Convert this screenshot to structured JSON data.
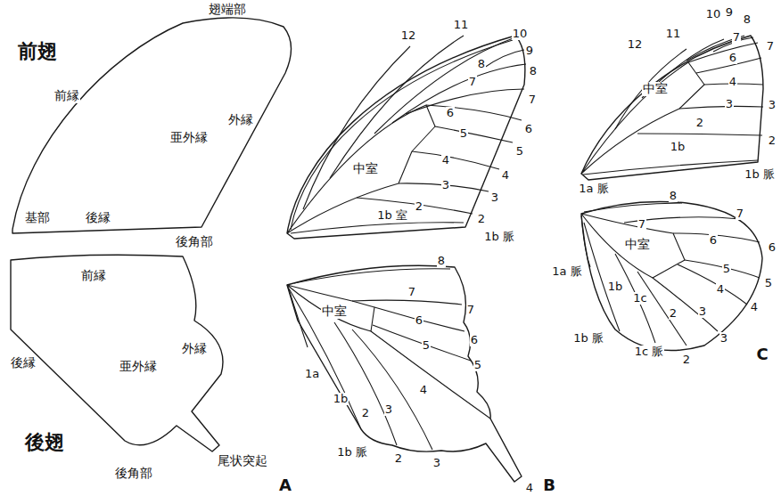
{
  "diagram": {
    "labels": [
      "翅端部",
      "前翅",
      "前縁",
      "外縁",
      "亜外縁",
      "基部",
      "後縁",
      "後角部",
      "前縁",
      "外縁",
      "亜外縁",
      "後縁",
      "後翅",
      "後角部",
      "尾状突起",
      "A",
      "12",
      "11",
      "10",
      "9",
      "8",
      "8",
      "7",
      "7",
      "6",
      "6",
      "5",
      "5",
      "4",
      "4",
      "3",
      "3",
      "中室",
      "2",
      "2",
      "1b 室",
      "1b 脈",
      "8",
      "7",
      "7",
      "6",
      "6",
      "中室",
      "5",
      "5",
      "1a",
      "4",
      "1b",
      "2",
      "3",
      "1b 脈",
      "2",
      "3",
      "4",
      "B",
      "10",
      "9",
      "8",
      "7",
      "7",
      "12",
      "11",
      "6",
      "中室",
      "4",
      "3",
      "3",
      "2",
      "2",
      "1b",
      "1a 脈",
      "1b 脈",
      "8",
      "7",
      "7",
      "6",
      "中室",
      "6",
      "5",
      "5",
      "1a 脈",
      "4",
      "4",
      "1b",
      "3",
      "1c",
      "2",
      "1b 脈",
      "3",
      "1c 脈",
      "2",
      "C"
    ]
  }
}
